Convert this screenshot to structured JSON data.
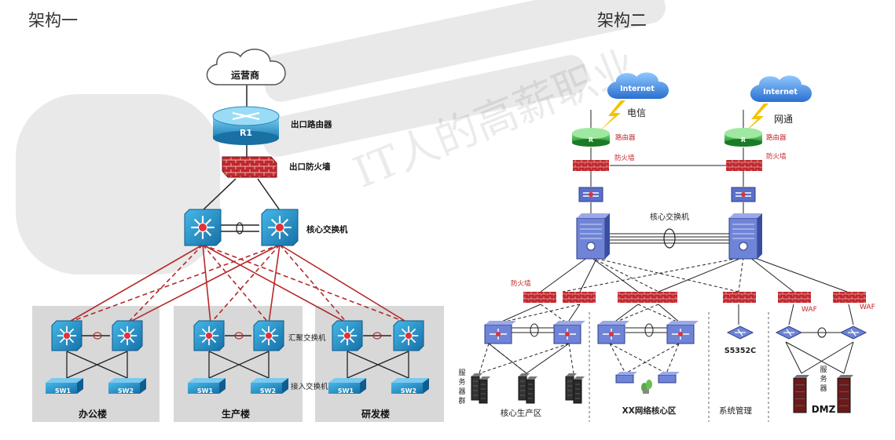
{
  "titles": {
    "left": "架构一",
    "right": "架构二"
  },
  "watermark": "IT人的高薪职业",
  "arch1": {
    "cloud": "运营商",
    "router_label": "出口路由器",
    "router_name": "R1",
    "firewall_label": "出口防火墙",
    "core_label": "核心交换机",
    "agg_label": "汇聚交换机",
    "access_label": "接入交换机",
    "sw1": "SW1",
    "sw2": "SW2",
    "buildings": [
      "办公楼",
      "生产楼",
      "研发楼"
    ]
  },
  "arch2": {
    "internet": "Internet",
    "isp_left": "电信",
    "isp_right": "网通",
    "router": "路由器",
    "firewall": "防火墙",
    "core": "核心交换机",
    "zone_fw": "防火墙",
    "waf": "WAF",
    "s5352c": "S5352C",
    "server_group": "服务器群",
    "servers": "服务器",
    "zones": [
      "核心生产区",
      "XX网络核心区",
      "系统管理",
      "DMZ"
    ]
  }
}
